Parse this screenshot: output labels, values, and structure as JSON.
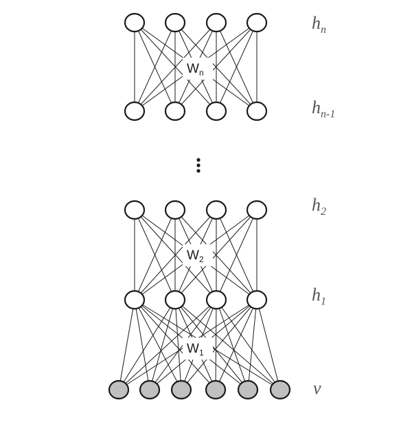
{
  "layers": {
    "hn": {
      "name": "h",
      "sub": "n"
    },
    "hn1": {
      "name": "h",
      "sub": "n-1"
    },
    "h2": {
      "name": "h",
      "sub": "2"
    },
    "h1": {
      "name": "h",
      "sub": "1"
    },
    "v": {
      "name": "v",
      "sub": ""
    }
  },
  "weights": {
    "wn": {
      "name": "W",
      "sub": "n"
    },
    "w2": {
      "name": "W",
      "sub": "2"
    },
    "w1": {
      "name": "W",
      "sub": "1"
    }
  },
  "colors": {
    "hidden_unit_fill": "#ffffff",
    "visible_unit_fill": "#c0c0c0",
    "stroke": "#1a1a1a",
    "layer_label": "#555555"
  }
}
